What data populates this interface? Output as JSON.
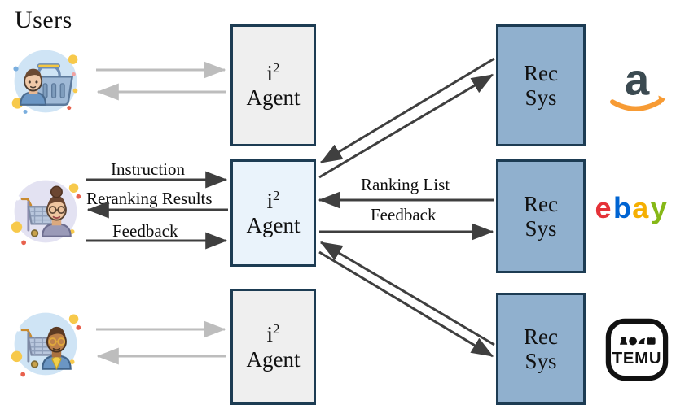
{
  "diagram": {
    "title": "Users",
    "type": "architecture-flow",
    "background": "#ffffff",
    "colors": {
      "box_border": "#1d3c53",
      "agent_fill": "#efefef",
      "agent_focus_fill": "#eaf3fb",
      "recsys_fill": "#90b0ce",
      "arrow_dark": "#3f3f3f",
      "arrow_light": "#bdbdbd",
      "amazon_orange": "#f79b34",
      "amazon_dark": "#3b4a51",
      "ebay_red": "#e53238",
      "ebay_blue": "#0064d2",
      "ebay_yellow": "#f5af02",
      "ebay_green": "#86b817",
      "temu_black": "#111111"
    }
  },
  "rows": [
    {
      "id": "top",
      "user": {
        "icon_name": "user-avatar-basket",
        "circle": "#cfe4f5"
      },
      "agent": {
        "line1": "i",
        "sup": "2",
        "line2": "Agent",
        "highlighted": false
      },
      "recsys": {
        "line1": "Rec",
        "line2": "Sys"
      },
      "platform": {
        "name": "amazon",
        "label": "amazon"
      },
      "user_arrows": [
        {
          "direction": "right",
          "label": "",
          "style": "light"
        },
        {
          "direction": "left",
          "label": "",
          "style": "light"
        }
      ]
    },
    {
      "id": "middle",
      "user": {
        "icon_name": "user-avatar-cart-woman",
        "circle": "#e3e2f2"
      },
      "agent": {
        "line1": "i",
        "sup": "2",
        "line2": "Agent",
        "highlighted": true
      },
      "recsys": {
        "line1": "Rec",
        "line2": "Sys"
      },
      "platform": {
        "name": "ebay",
        "label": "ebay"
      },
      "user_arrows": [
        {
          "direction": "right",
          "label": "Instruction",
          "style": "dark"
        },
        {
          "direction": "left",
          "label": "Reranking Results",
          "style": "dark"
        },
        {
          "direction": "right",
          "label": "Feedback",
          "style": "dark"
        }
      ],
      "recsys_arrows": [
        {
          "direction": "left",
          "label": "Ranking List",
          "style": "dark"
        },
        {
          "direction": "right",
          "label": "Feedback",
          "style": "dark"
        }
      ]
    },
    {
      "id": "bottom",
      "user": {
        "icon_name": "user-avatar-cart-man",
        "circle": "#cfe4f5"
      },
      "agent": {
        "line1": "i",
        "sup": "2",
        "line2": "Agent",
        "highlighted": false
      },
      "recsys": {
        "line1": "Rec",
        "line2": "Sys"
      },
      "platform": {
        "name": "temu",
        "label": "TEMU"
      },
      "user_arrows": [
        {
          "direction": "right",
          "label": "",
          "style": "light"
        },
        {
          "direction": "left",
          "label": "",
          "style": "light"
        }
      ]
    }
  ],
  "cross_links": [
    {
      "from": "middle-agent",
      "to": "top-recsys",
      "direction": "right"
    },
    {
      "from": "top-recsys",
      "to": "middle-agent",
      "direction": "left"
    },
    {
      "from": "middle-agent",
      "to": "bottom-recsys",
      "direction": "right"
    },
    {
      "from": "bottom-recsys",
      "to": "middle-agent",
      "direction": "left"
    }
  ]
}
